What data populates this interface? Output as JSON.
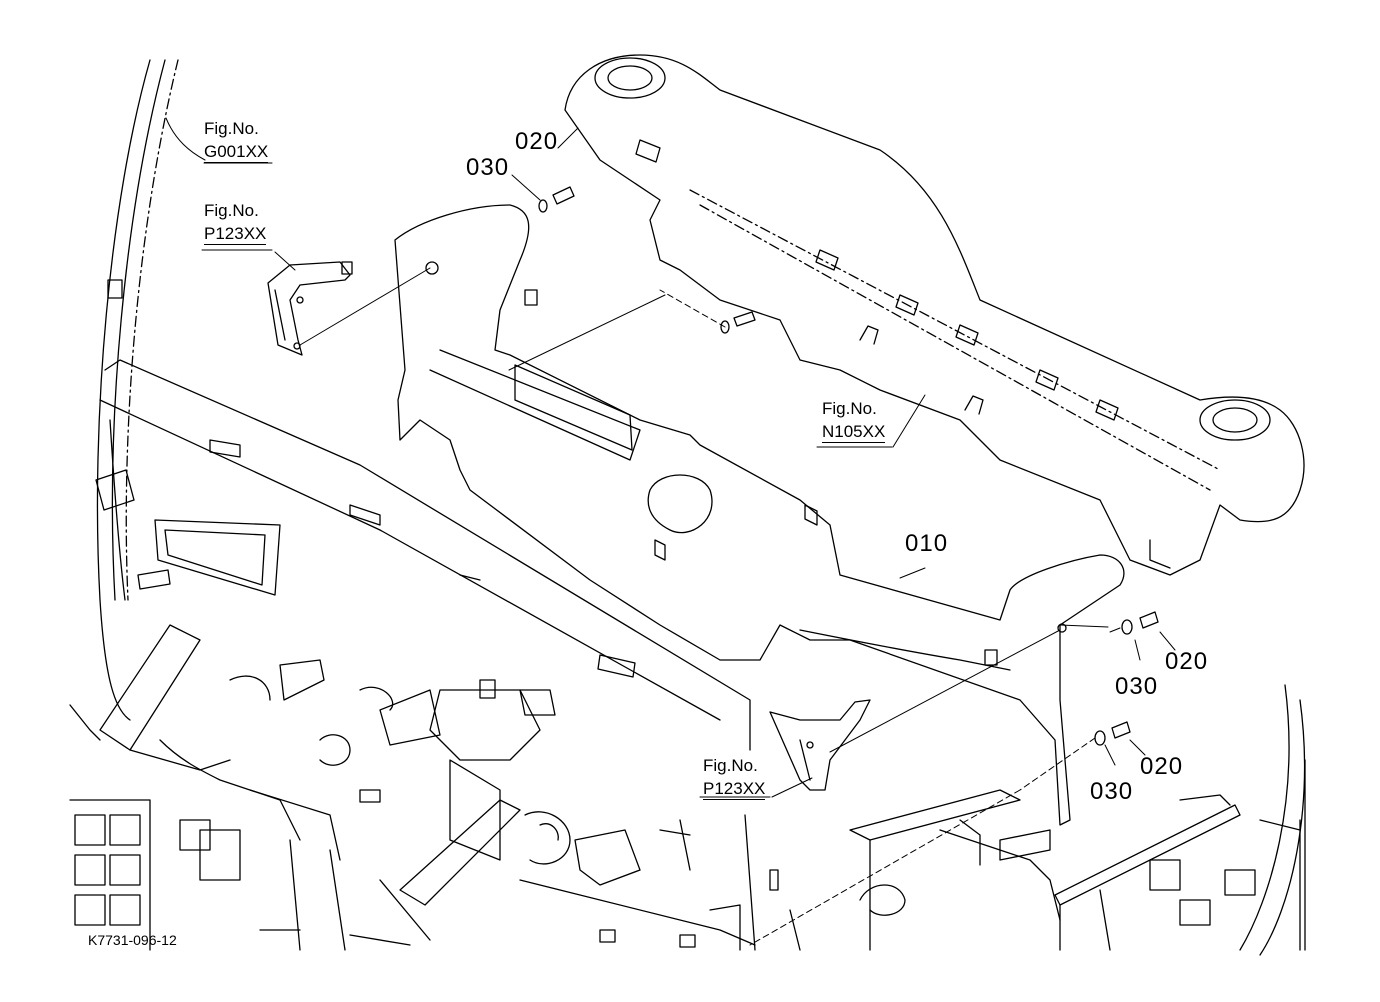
{
  "diagram": {
    "drawing_code": "K7731-096-12",
    "figure_refs": [
      {
        "id": "g001",
        "line1": "Fig.No.",
        "line2": "G001XX"
      },
      {
        "id": "p123a",
        "line1": "Fig.No.",
        "line2": "P123XX"
      },
      {
        "id": "n105",
        "line1": "Fig.No.",
        "line2": "N105XX"
      },
      {
        "id": "p123b",
        "line1": "Fig.No.",
        "line2": "P123XX"
      }
    ],
    "part_callouts": [
      {
        "id": "p020_top",
        "number": "020"
      },
      {
        "id": "p030_top",
        "number": "030"
      },
      {
        "id": "p010",
        "number": "010"
      },
      {
        "id": "p030_mid",
        "number": "030"
      },
      {
        "id": "p020_mid",
        "number": "020"
      },
      {
        "id": "p030_low",
        "number": "030"
      },
      {
        "id": "p020_low",
        "number": "020"
      }
    ]
  }
}
